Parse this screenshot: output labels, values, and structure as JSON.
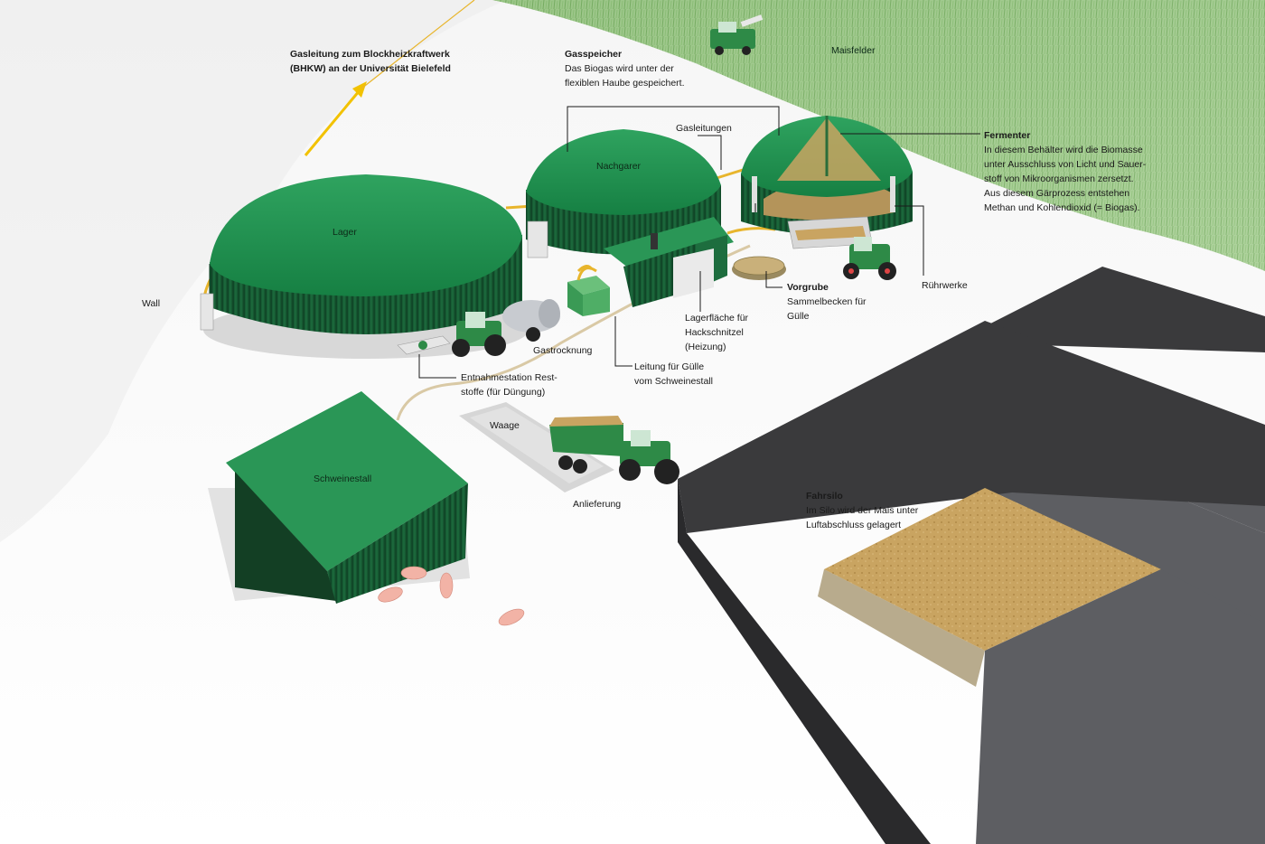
{
  "labels": {
    "gasleitung_bhkw": "Gasleitung zum Blockheizkraftwerk\n(BHKW) an der Universität Bielefeld",
    "gasspeicher_title": "Gasspeicher",
    "gasspeicher_text": "Das Biogas wird unter der\nflexiblen Haube gespeichert.",
    "maisfelder": "Maisfelder",
    "gasleitungen": "Gasleitungen",
    "fermenter_title": "Fermenter",
    "fermenter_text": "In diesem Behälter wird die Biomasse\nunter Ausschluss von Licht und Sauer-\nstoff von Mikroorganismen zersetzt.\nAus diesem Gärprozess entstehen\nMethan und Kohlendioxid (= Biogas).",
    "nachgarer": "Nachgarer",
    "lager": "Lager",
    "wall": "Wall",
    "vorgrube_title": "Vorgrube",
    "vorgrube_text": "Sammelbecken für\nGülle",
    "ruehrwerke": "Rührwerke",
    "lagerflaeche": "Lagerfläche für\nHackschnitzel\n(Heizung)",
    "gastrocknung": "Gastrocknung",
    "leitung_guelle": "Leitung für Gülle\nvom Schweinestall",
    "entnahmestation": "Entnahmestation Rest-\nstoffe (für Düngung)",
    "waage": "Waage",
    "schweinestall": "Schweinestall",
    "anlieferung": "Anlieferung",
    "fahrsilo_title": "Fahrsilo",
    "fahrsilo_text": "Im Silo wird der Mais unter\nLuftabschluss gelagert"
  },
  "colors": {
    "tank_green": "#1f8a4a",
    "tank_dark": "#155c33",
    "roof_green": "#2a9656",
    "pipe_yellow": "#e8b52c",
    "silage": "#c9a461",
    "silo_wall": "#3a3a3c",
    "foil": "#5d5e62",
    "field_green": "#8fc07a",
    "arrow_yellow": "#f2c200"
  },
  "icons": {
    "tractor": "tractor-icon",
    "pig": "pig-icon",
    "harvester": "harvester-icon"
  }
}
